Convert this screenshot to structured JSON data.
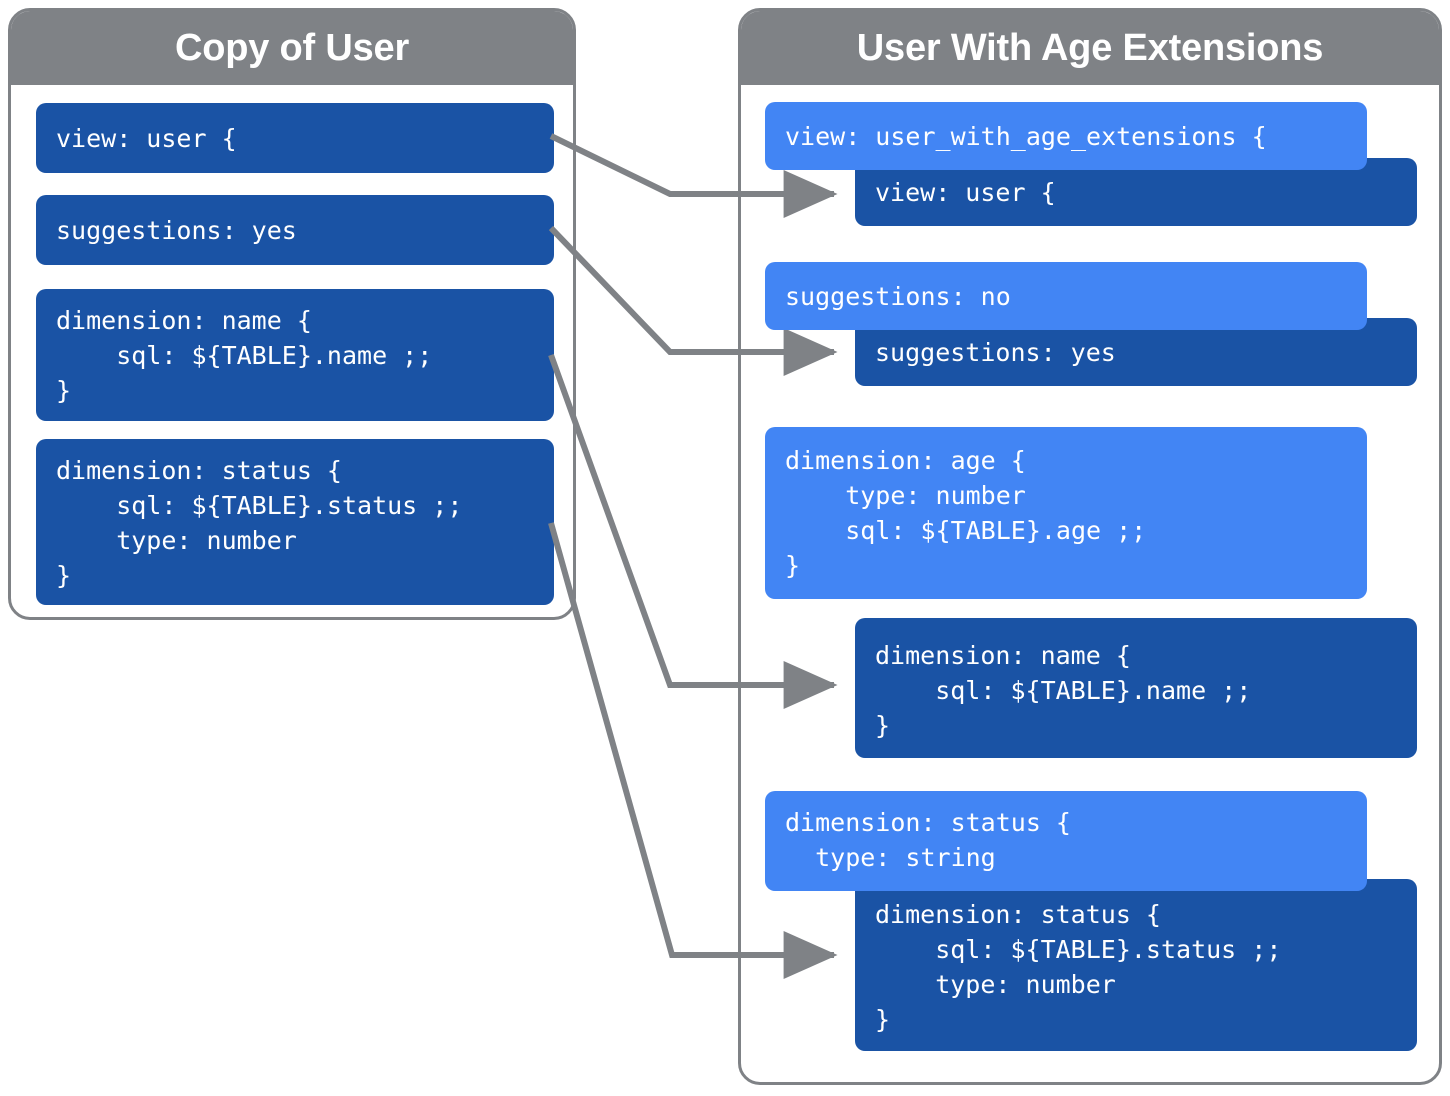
{
  "panels": {
    "left": {
      "title": "Copy of User",
      "blocks": [
        {
          "code": "view: user {"
        },
        {
          "code": "suggestions: yes"
        },
        {
          "code": "dimension: name {\n    sql: ${TABLE}.name ;;\n}"
        },
        {
          "code": "dimension: status {\n    sql: ${TABLE}.status ;;\n    type: number\n}"
        }
      ]
    },
    "right": {
      "title": "User With Age Extensions",
      "blocks": [
        {
          "code": "view: user_with_age_extensions {",
          "variant": "light"
        },
        {
          "code": "view: user {",
          "variant": "dark"
        },
        {
          "code": "suggestions: no",
          "variant": "light"
        },
        {
          "code": "suggestions: yes",
          "variant": "dark"
        },
        {
          "code": "dimension: age {\n    type: number\n    sql: ${TABLE}.age ;;\n}",
          "variant": "light"
        },
        {
          "code": "dimension: name {\n    sql: ${TABLE}.name ;;\n}",
          "variant": "dark"
        },
        {
          "code": "dimension: status {\n  type: string",
          "variant": "light"
        },
        {
          "code": "dimension: status {\n    sql: ${TABLE}.status ;;\n    type: number\n}",
          "variant": "dark"
        }
      ]
    }
  },
  "colors": {
    "panel_header": "#7f8286",
    "panel_border": "#7f8286",
    "block_dark": "#1a53a5",
    "block_light": "#4285f4",
    "connector": "#7f8286",
    "background": "#ffffff",
    "title_text": "#ffffff",
    "code_text": "#ffffff"
  },
  "connectors": [
    {
      "name": "view-user",
      "from": "left.blocks.0",
      "to": "right.blocks.1"
    },
    {
      "name": "suggestions-yes",
      "from": "left.blocks.1",
      "to": "right.blocks.3"
    },
    {
      "name": "dimension-name",
      "from": "left.blocks.2",
      "to": "right.blocks.5"
    },
    {
      "name": "dimension-status",
      "from": "left.blocks.3",
      "to": "right.blocks.7"
    }
  ]
}
